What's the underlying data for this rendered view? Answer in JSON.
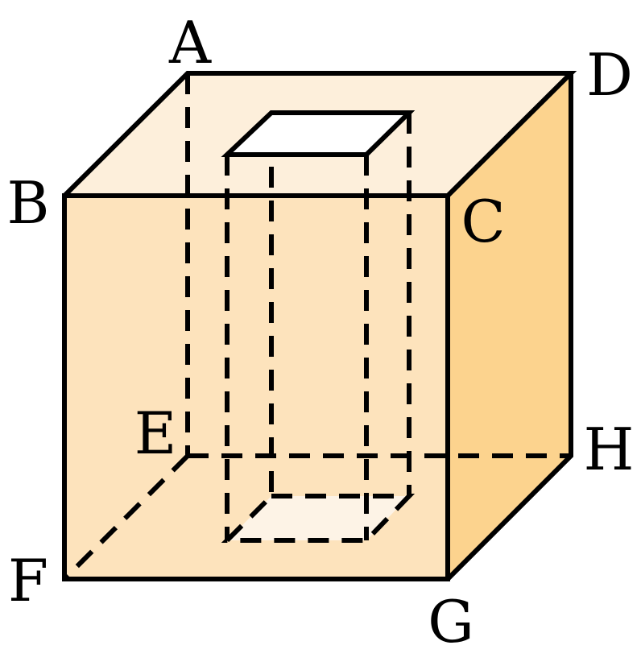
{
  "diagram": {
    "vertex_labels": {
      "A": "A",
      "B": "B",
      "C": "C",
      "D": "D",
      "E": "E",
      "F": "F",
      "G": "G",
      "H": "H"
    },
    "colors": {
      "front_face": "#fde3bc",
      "top_face": "#fdefdb",
      "right_face": "#fcd38e",
      "hole_bottom": "#fdf3e6",
      "hole_opening": "#ffffff",
      "edge": "#000000"
    }
  }
}
